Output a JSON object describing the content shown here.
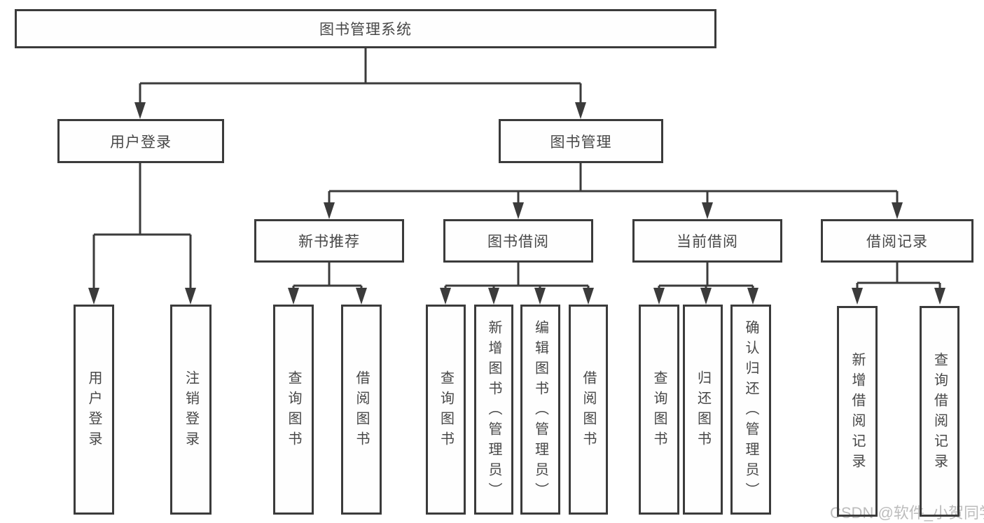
{
  "colors": {
    "line": "#3b3b3b",
    "box_border": "#3b3b3b",
    "text": "#474747",
    "watermark": "#bcbcbc",
    "background": "#ffffff"
  },
  "diagram": {
    "root": {
      "label": "图书管理系统"
    },
    "level2": [
      {
        "id": "user-login",
        "label": "用户登录",
        "parent": "root"
      },
      {
        "id": "book-management",
        "label": "图书管理",
        "parent": "root"
      }
    ],
    "level3": [
      {
        "id": "new-book-recommend",
        "label": "新书推荐",
        "parent": "book-management"
      },
      {
        "id": "book-borrowing",
        "label": "图书借阅",
        "parent": "book-management"
      },
      {
        "id": "current-borrowing",
        "label": "当前借阅",
        "parent": "book-management"
      },
      {
        "id": "borrowing-records",
        "label": "借阅记录",
        "parent": "book-management"
      }
    ],
    "leaves": [
      {
        "id": "user-login-leaf",
        "label": "用户登录",
        "parent": "user-login"
      },
      {
        "id": "logout",
        "label": "注销登录",
        "parent": "user-login"
      },
      {
        "id": "query-books-recommend",
        "label": "查询图书",
        "parent": "new-book-recommend"
      },
      {
        "id": "borrow-books-recommend",
        "label": "借阅图书",
        "parent": "new-book-recommend"
      },
      {
        "id": "query-books-borrowing",
        "label": "查询图书",
        "parent": "book-borrowing"
      },
      {
        "id": "add-book-admin",
        "label": "新增图书（管理员）",
        "parent": "book-borrowing"
      },
      {
        "id": "edit-book-admin",
        "label": "编辑图书（管理员）",
        "parent": "book-borrowing"
      },
      {
        "id": "borrow-books-borrowing",
        "label": "借阅图书",
        "parent": "book-borrowing"
      },
      {
        "id": "query-books-current",
        "label": "查询图书",
        "parent": "current-borrowing"
      },
      {
        "id": "return-book",
        "label": "归还图书",
        "parent": "current-borrowing"
      },
      {
        "id": "confirm-return-admin",
        "label": "确认归还（管理员）",
        "parent": "current-borrowing"
      },
      {
        "id": "add-borrow-record",
        "label": "新增借阅记录",
        "parent": "borrowing-records"
      },
      {
        "id": "query-borrow-record",
        "label": "查询借阅记录",
        "parent": "borrowing-records"
      }
    ]
  },
  "watermark": {
    "text": "CSDN @软件_小贺同学"
  }
}
